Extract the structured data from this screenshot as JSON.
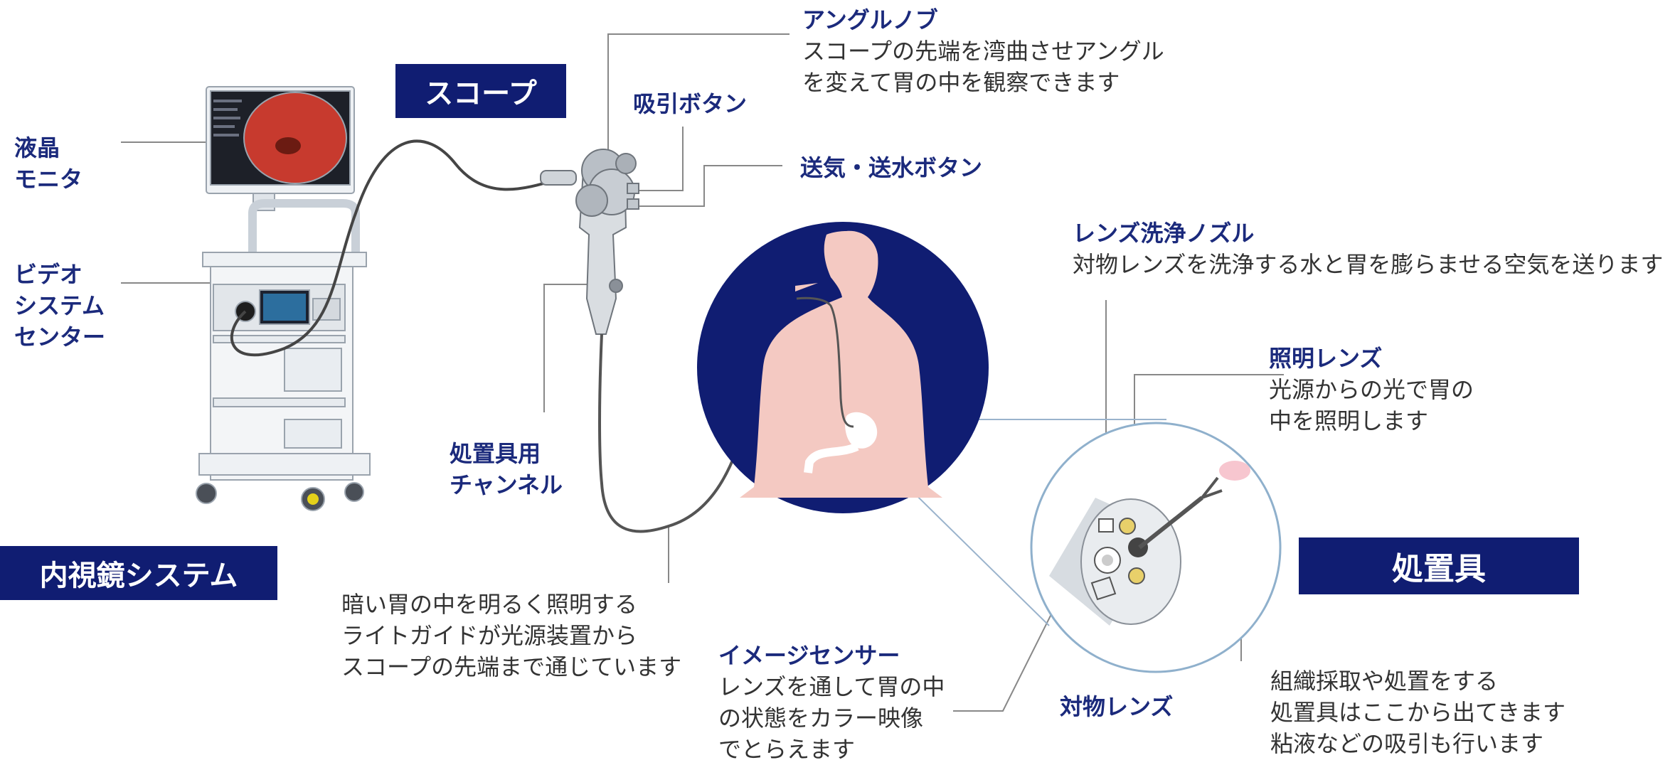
{
  "colors": {
    "navy": "#101d72",
    "label": "#1b2a7c",
    "text": "#333333",
    "skin": "#f4c9c2",
    "line": "#888888"
  },
  "system": {
    "title": "内視鏡システム",
    "monitor": [
      "液晶",
      "モニタ"
    ],
    "video_center": [
      "ビデオ",
      "システム",
      "センター"
    ]
  },
  "scope": {
    "title": "スコープ",
    "angle_knob": {
      "label": "アングルノブ",
      "desc": [
        "スコープの先端を湾曲させアングル",
        "を変えて胃の中を観察できます"
      ]
    },
    "suction_button": {
      "label": "吸引ボタン"
    },
    "air_water_button": {
      "label": "送気・送水ボタン"
    },
    "channel": {
      "label": [
        "処置具用",
        "チャンネル"
      ]
    },
    "light_guide": {
      "desc": [
        "暗い胃の中を明るく照明する",
        "ライトガイドが光源装置から",
        "スコープの先端まで通じています"
      ]
    }
  },
  "tip": {
    "nozzle": {
      "label": "レンズ洗浄ノズル",
      "desc": [
        "対物レンズを洗浄する水と胃を膨らませる空気を送ります"
      ]
    },
    "illumination": {
      "label": "照明レンズ",
      "desc": [
        "光源からの光で胃の",
        "中を照明します"
      ]
    },
    "sensor": {
      "label": "イメージセンサー",
      "desc": [
        "レンズを通して胃の中",
        "の状態をカラー映像",
        "でとらえます"
      ]
    },
    "objective": {
      "label": "対物レンズ"
    }
  },
  "instrument": {
    "title": "処置具",
    "desc": [
      "組織採取や処置をする",
      "処置具はここから出てきます",
      "粘液などの吸引も行います"
    ]
  }
}
